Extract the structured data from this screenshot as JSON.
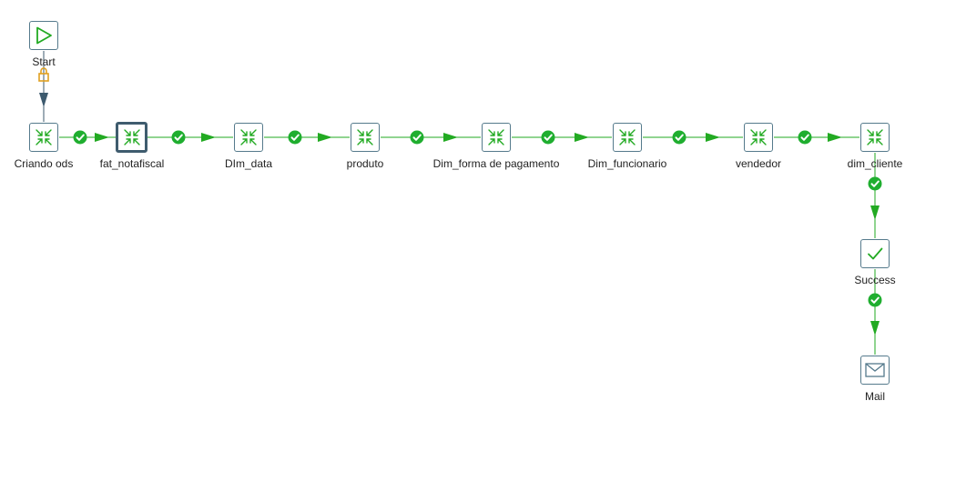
{
  "canvas": {
    "edge_color": "#22aa22",
    "hop_color": "#3d5a6e",
    "lock_color": "#e0a020"
  },
  "nodes": {
    "start": {
      "label": "Start",
      "icon": "start-icon"
    },
    "ods": {
      "label": "Criando ods",
      "icon": "transformation-icon"
    },
    "fat": {
      "label": "fat_notafiscal",
      "icon": "transformation-icon"
    },
    "dimdata": {
      "label": "DIm_data",
      "icon": "transformation-icon"
    },
    "produto": {
      "label": "produto",
      "icon": "transformation-icon"
    },
    "forma": {
      "label": "Dim_forma de pagamento",
      "icon": "transformation-icon"
    },
    "func": {
      "label": "Dim_funcionario",
      "icon": "transformation-icon"
    },
    "vend": {
      "label": "vendedor",
      "icon": "transformation-icon"
    },
    "cliente": {
      "label": "dim_cliente",
      "icon": "transformation-icon"
    },
    "success": {
      "label": "Success",
      "icon": "success-icon"
    },
    "mail": {
      "label": "Mail",
      "icon": "mail-icon"
    }
  }
}
